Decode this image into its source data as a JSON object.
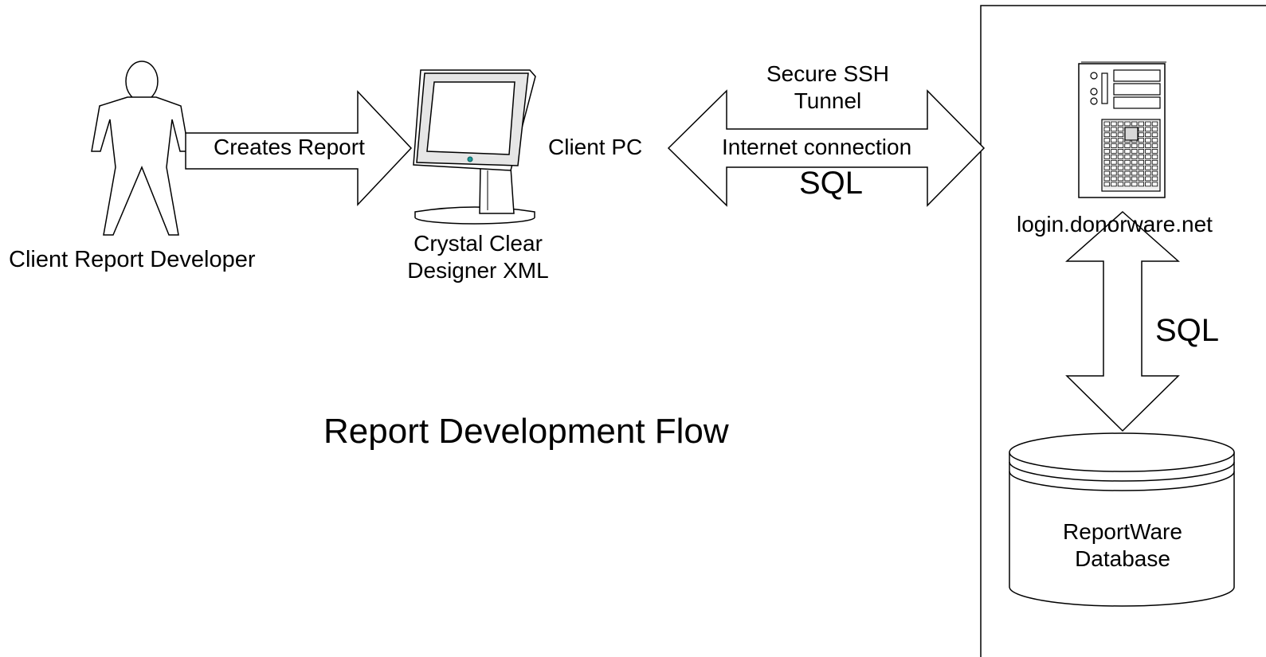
{
  "labels": {
    "developer": "Client Report Developer",
    "creates_report": "Creates Report",
    "designer_line1": "Crystal Clear",
    "designer_line2": "Designer XML",
    "client_pc": "Client PC",
    "ssh_line1": "Secure SSH",
    "ssh_line2": "Tunnel",
    "internet": "Internet connection",
    "sql_top": "SQL",
    "server": "login.donorware.net",
    "sql_side": "SQL",
    "db_line1": "ReportWare",
    "db_line2": "Database",
    "flow_title": "Report Development Flow"
  },
  "icons": {
    "person": "person-icon",
    "monitor": "monitor-icon",
    "server": "server-icon",
    "database": "database-icon"
  },
  "colors": {
    "stroke": "#000000",
    "fill": "#ffffff",
    "monitor_screen_fill": "#ffffff",
    "monitor_bezel": "#e6e6e6",
    "monitor_button": "#1a9a9a",
    "server_grid": "#f0f0f0"
  }
}
